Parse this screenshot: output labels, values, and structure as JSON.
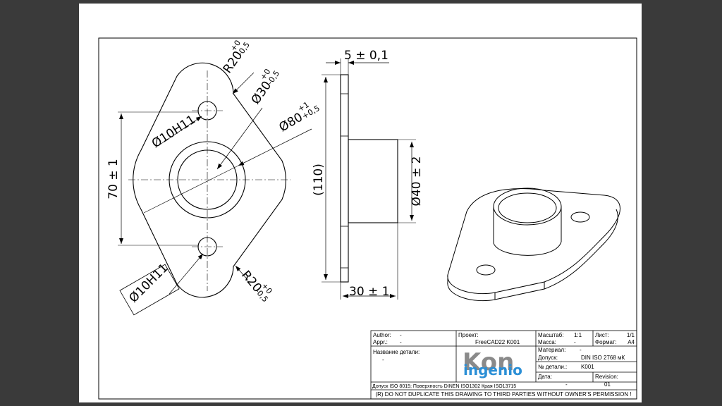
{
  "drawing": {
    "front_view": {
      "dim_r20_top": "R20",
      "dim_r20_top_tol_up": "+0",
      "dim_r20_top_tol_low": "-0,5",
      "dim_d30": "Ø30",
      "dim_d30_tol_up": "+0",
      "dim_d30_tol_low": "-0,5",
      "dim_d80": "Ø80",
      "dim_d80_tol_up": "+1",
      "dim_d80_tol_low": "+0,5",
      "dim_hole_top": "Ø10H11",
      "dim_hole_bottom": "Ø10H11",
      "dim_r20_bottom": "R20",
      "dim_r20_bottom_tol_up": "+0",
      "dim_r20_bottom_tol_low": "-0,5",
      "dim_70": "70 ± 1"
    },
    "side_view": {
      "dim_5": "5 ± 0,1",
      "dim_110": "(110)",
      "dim_d40": "Ø40 ± 2",
      "dim_30": "30 ± 1"
    }
  },
  "title_block": {
    "author_label": "Author:",
    "author_value": "-",
    "appr_label": "Appr.:",
    "appr_value": "-",
    "project_label": "Проект:",
    "project_value": "FreeCAD22 K001",
    "part_name_label": "Название детали:",
    "part_name_value": "-",
    "scale_label": "Масштаб:",
    "scale_value": "1:1",
    "mass_label": "Масса:",
    "mass_value": "-",
    "material_label": "Материал:",
    "material_value": "-",
    "tolerance_label": "Допуск:",
    "tolerance_value": "DIN ISO 2768 мК",
    "part_no_label": "№ детали.:",
    "part_no_value": "K001",
    "date_label": "Дата:",
    "date_value": "-",
    "sheet_label": "Лист:",
    "sheet_value": "1/1",
    "format_label": "Формат:",
    "format_value": "A4",
    "revision_label": "Revision:",
    "revision_value": "01",
    "tolerances_note": "Допуск ISO 8015; Поверхность DINEN ISO1302 Края ISO13715",
    "copyright": "(R) DO NOT DUPLICATE THIS DRAWING TO THIRD PARTIES WITHOUT OWNER'S PERMISSION !",
    "logo_text_top": "Kon",
    "logo_text_bottom": "ingenio"
  },
  "colors": {
    "logo_gray": "#8a8a8a",
    "logo_blue": "#2b8fd6",
    "window_bg": "#3a3a3a"
  }
}
